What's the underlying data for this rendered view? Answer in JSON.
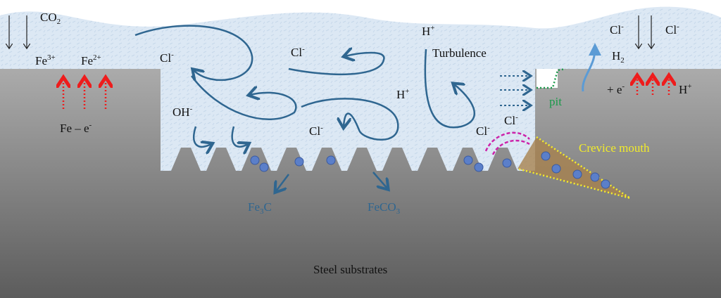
{
  "labels": {
    "co2": {
      "main": "CO",
      "sub": "2"
    },
    "fe3": {
      "main": "Fe",
      "sup": "3+"
    },
    "fe2": {
      "main": "Fe",
      "sup": "2+"
    },
    "fe_minus_e": {
      "main": "Fe – e",
      "sup": "-"
    },
    "cl_1": {
      "main": "Cl",
      "sup": "-"
    },
    "cl_2": {
      "main": "Cl",
      "sup": "-"
    },
    "oh": {
      "main": "OH",
      "sup": "-"
    },
    "cl_3": {
      "main": "Cl",
      "sup": "-"
    },
    "h_1": {
      "main": "H",
      "sup": "+"
    },
    "turbulence": "Turbulence",
    "h_2": {
      "main": "H",
      "sup": "+"
    },
    "cl_4": {
      "main": "Cl",
      "sup": "-"
    },
    "cl_5": {
      "main": "Cl",
      "sup": "-"
    },
    "pit": "pit",
    "cl_6": {
      "main": "Cl",
      "sup": "-"
    },
    "cl_7": {
      "main": "Cl",
      "sup": "-"
    },
    "h2": {
      "main": "H",
      "sub": "2"
    },
    "plus_e": {
      "main": "+ e",
      "sup": "-"
    },
    "h_3": {
      "main": "H",
      "sup": "+"
    },
    "crevice_mouth": "Crevice mouth",
    "fe3c": {
      "a": "Fe",
      "sub": "3",
      "b": "C"
    },
    "feco3": {
      "a": "FeCO",
      "sub": "3"
    },
    "steel_substrates": "Steel substrates"
  },
  "colors": {
    "solution": "#dde9f4",
    "steel_top": "#a9a9a9",
    "steel_bottom": "#5e5e5e",
    "flow_arrow": "#2f6690",
    "anodic_arrow": "#ee1c1c",
    "pit_outline": "#1a9a4a",
    "crevice": "#f5ee2a",
    "cl_migration": "#cc22aa",
    "h2_arrow": "#5b9bd5"
  }
}
